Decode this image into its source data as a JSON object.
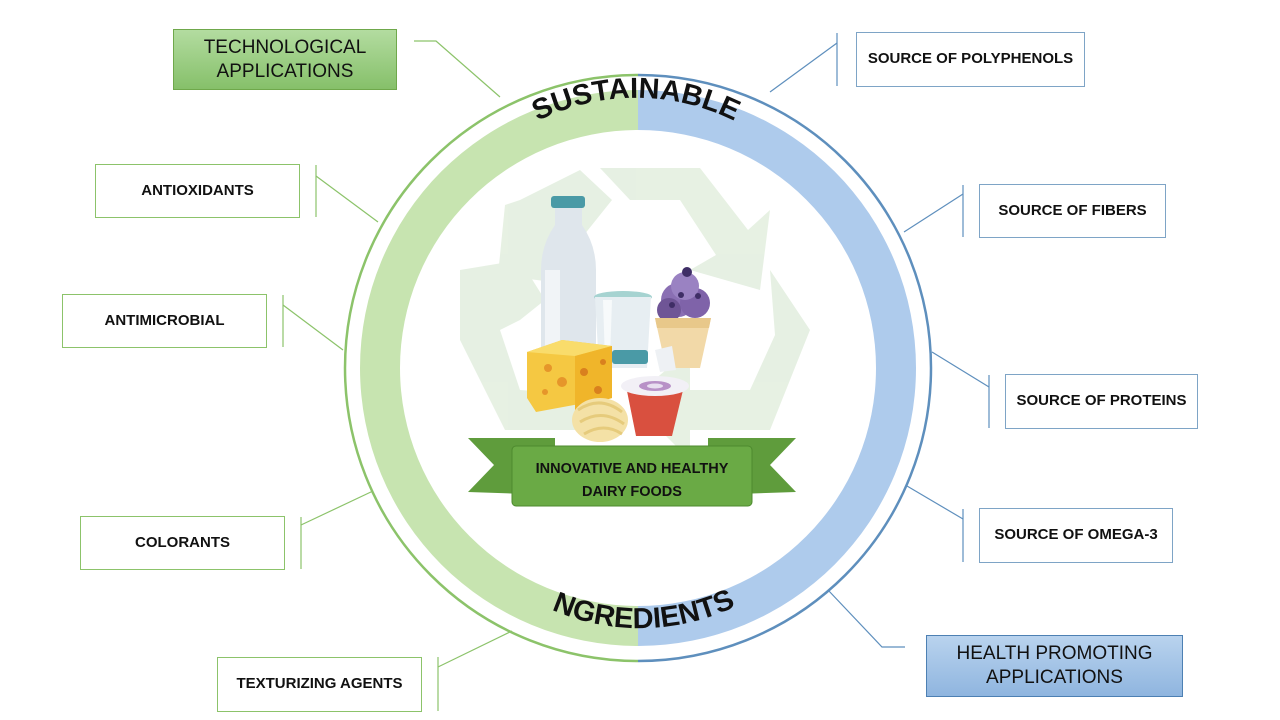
{
  "ring": {
    "top_label": "SUSTAINABLE",
    "bottom_label": "INGREDIENTS"
  },
  "center": {
    "banner_line1": "INNOVATIVE AND HEALTHY",
    "banner_line2": "DAIRY FOODS"
  },
  "technological": {
    "heading": "TECHNOLOGICAL APPLICATIONS",
    "items": [
      "ANTIOXIDANTS",
      "ANTIMICROBIAL",
      "COLORANTS",
      "TEXTURIZING AGENTS"
    ]
  },
  "health": {
    "heading": "HEALTH PROMOTING APPLICATIONS",
    "items": [
      "SOURCE OF POLYPHENOLS",
      "SOURCE OF FIBERS",
      "SOURCE OF PROTEINS",
      "SOURCE OF OMEGA-3"
    ]
  },
  "colors": {
    "green_light": "#c7e4b0",
    "green_dark": "#8cc36a",
    "blue_light": "#aecbec",
    "blue_dark": "#5e8fbd",
    "banner_green": "#6aaa45"
  }
}
